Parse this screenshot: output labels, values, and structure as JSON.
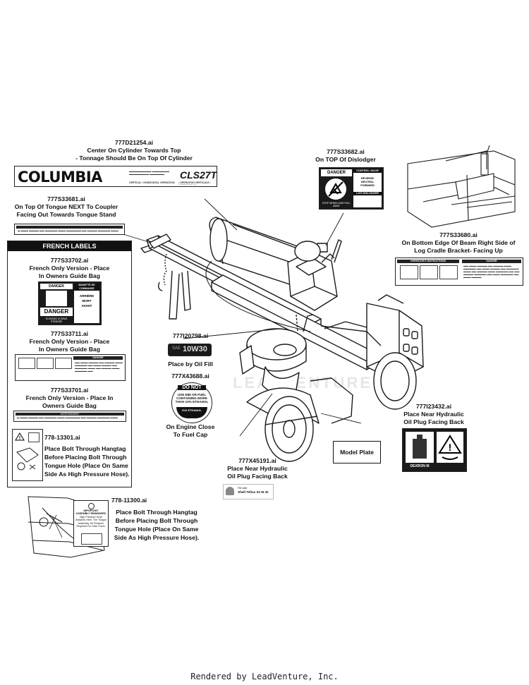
{
  "colors": {
    "line": "#1a1a1a",
    "decal_dark": "#1a1a1a",
    "background": "#ffffff",
    "watermark": "#e6e6e6"
  },
  "watermark": "LEADVENTURE",
  "callouts": {
    "d21254": {
      "part": "777D21254.ai",
      "line1": "Center On Cylinder Towards Top",
      "line2": "- Tonnage Should Be On Top Of Cylinder"
    },
    "s33682": {
      "part": "777S33682.ai",
      "line1": "On TOP Of Dislodger"
    },
    "s33681": {
      "part": "777S33681.ai",
      "line1": "On Top Of Tongue NEXT To Coupler",
      "line2": "Facing Out Towards Tongue Stand"
    },
    "s33680": {
      "part": "777S33680.ai",
      "line1": "On Bottom Edge Of Beam Right Side of",
      "line2": "Log Cradle Bracket- Facing Up"
    },
    "i20798": {
      "part": "777I20798.ai",
      "line1": "Place by Oil Fill"
    },
    "x43688": {
      "part": "777X43688.ai",
      "line1": "On Engine Close",
      "line2": "To Fuel Cap"
    },
    "i23432": {
      "part": "777I23432.ai",
      "line1": "Place Near Hydraulic",
      "line2": "Oil Plug Facing Back"
    },
    "x45191": {
      "part": "777X45191.ai",
      "line1": "Place Near Hydraulic",
      "line2": "Oil Plug Facing Back"
    },
    "hangtag_11300": {
      "part": "778-11300.ai",
      "line1": "Place Bolt Through Hangtag",
      "line2": "Before Placing Bolt Through",
      "line3": "Tongue Hole (Place On Same",
      "line4": "Side As High Pressure Hose)."
    },
    "model_plate": {
      "label": "Model Plate"
    }
  },
  "french": {
    "title": "FRENCH LABELS",
    "s33702": {
      "part": "777S33702.ai",
      "line1": "French Only Version - Place",
      "line2": "In Owners Guide Bag"
    },
    "s33711": {
      "part": "777S33711.ai",
      "line1": "French Only Version - Place",
      "line2": "In Owners Guide Bag"
    },
    "s33701": {
      "part": "777S33701.ai",
      "line1": "French Only Version - Place In",
      "line2": "Owners Guide Bag"
    },
    "hangtag_13301": {
      "part": "778-13301.ai",
      "line1": "Place Bolt Through Hangtag",
      "line2": "Before Placing Bolt Through",
      "line3": "Tongue Hole (Place On Same",
      "line4": "Side As High Pressure Hose)."
    }
  },
  "decals": {
    "columbia_brand": "COLUMBIA",
    "columbia_model": "CLS27T",
    "columbia_small1": "VERTICAL / HORIZONTAL OPERATION",
    "columbia_small2": "• OPERATION VERTICALE / HORIZONTALE",
    "danger_title": "DANGER",
    "control_valve": "CONTROL VALVE",
    "reverse": "REVERSE",
    "neutral": "NEUTRAL",
    "forward": "FORWARD",
    "log_dislodger": "LOG DISLODGER",
    "stop_wheel": "STOP WHEEL AND PULL AWAY",
    "operators_instructions": "OPERATOR'S INSTRUCTIONS",
    "oil_grade": "10W30",
    "oil_grade_prefix": "SAE",
    "do_not": "DO NOT",
    "use_e85": "USE E85 OR FUEL",
    "containing_more": "CONTAINING MORE",
    "than_ethanol": "THAN 10% ETHANOL",
    "e10_ring": "E10 ETHANOL",
    "dexron": "DEXRON III",
    "fill_with": "Fill with",
    "shell_tellus": "Shell Tellus S2 M 32",
    "fr_danger": "DANGER",
    "fr_manette": "MANETTE DE COMMANDE",
    "fr_arriere": "ARRIÈRE",
    "fr_mort": "MORT",
    "fr_avant": "AVANT",
    "fr_eloignez": "ÉLOIGNEZ LE BRAS ÉTEINDRE",
    "fr_danger_small": "DANGER",
    "fr_avertissement": "AVERTISSEMENT",
    "hangtag_important": "IMPORTANT",
    "hangtag_assembly": "ASSEMBLY REMINDERS",
    "hangtag_text": "High Pressure Hose Attaches Here. The Tongue Assembly. Air Pressure Required For Safe Travel."
  },
  "footer": "Rendered by LeadVenture, Inc."
}
